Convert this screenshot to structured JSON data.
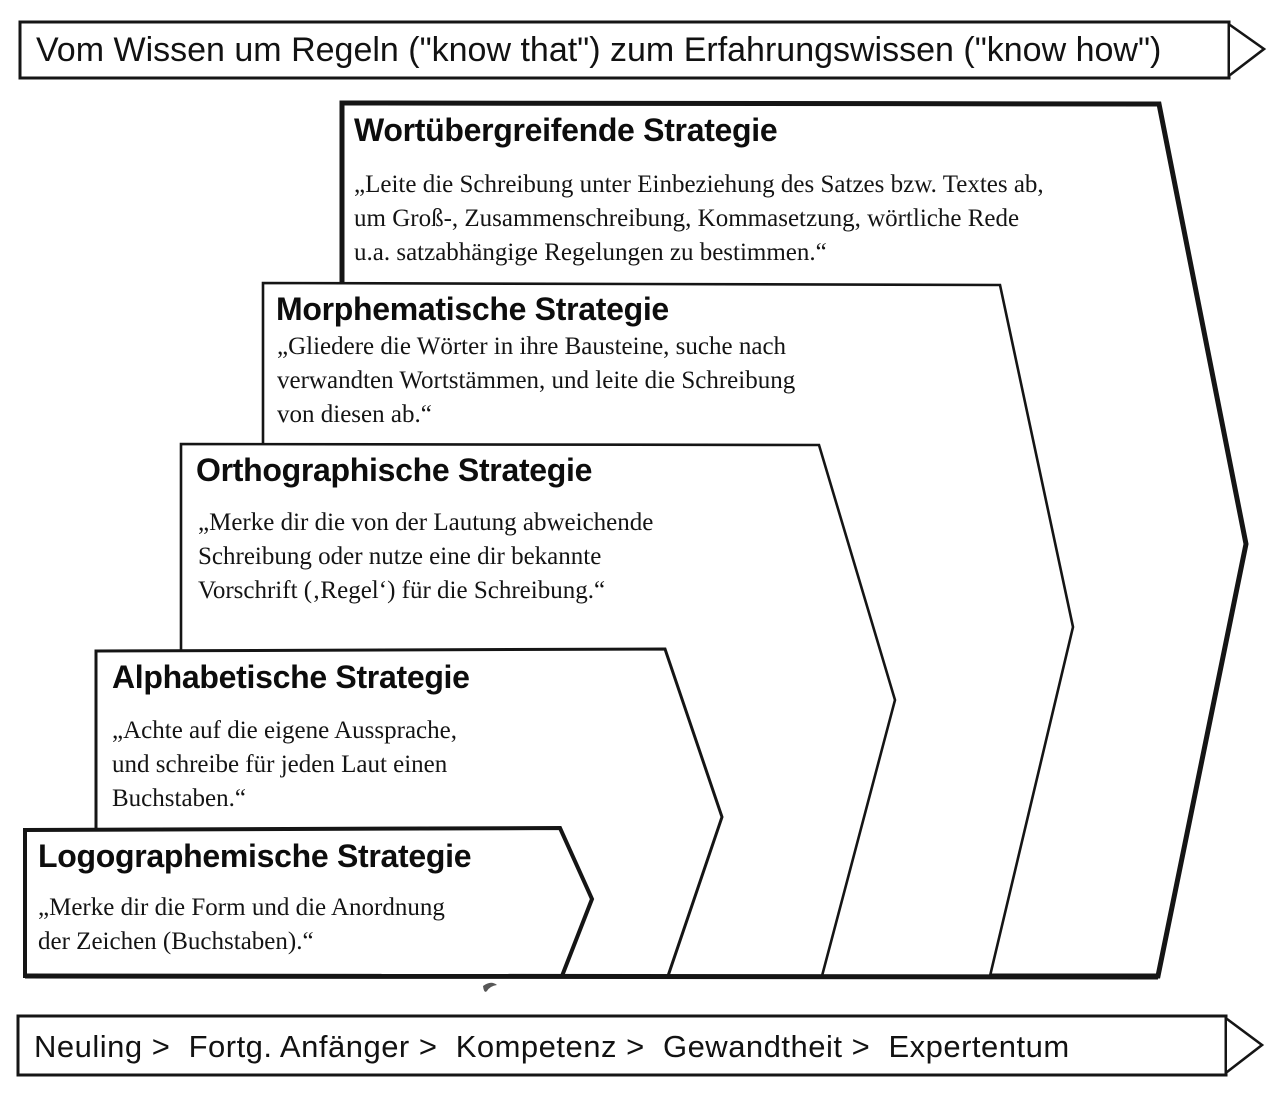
{
  "banners": {
    "top": {
      "text": "Vom Wissen um Regeln (\"know that\") zum Erfahrungswissen (\"know how\")"
    },
    "bottom": {
      "text": "Neuling >  Fortg. Anfänger >  Kompetenz >  Gewandtheit >  Expertentum"
    }
  },
  "strategies": [
    {
      "id": "wortuebergreifende",
      "title": "Wortübergreifende Strategie",
      "body": "„Leite die Schreibung unter Einbeziehung des Satzes bzw. Textes ab,\num Groß-, Zusammenschreibung, Kommasetzung, wörtliche Rede\nu.a. satzabhängige Regelungen zu bestimmen.“"
    },
    {
      "id": "morphematische",
      "title": "Morphematische Strategie",
      "body": "„Gliedere die Wörter in ihre Bausteine, suche nach\nverwandten Wortstämmen, und leite die Schreibung\nvon diesen ab.“"
    },
    {
      "id": "orthographische",
      "title": "Orthographische Strategie",
      "body": "„Merke dir die von der Lautung abweichende\nSchreibung oder nutze eine dir bekannte\nVorschrift (‚Regel‘) für die Schreibung.“"
    },
    {
      "id": "alphabetische",
      "title": "Alphabetische Strategie",
      "body": "„Achte auf die eigene Aussprache,\nund schreibe für jeden Laut einen\nBuchstaben.“"
    },
    {
      "id": "logographemische",
      "title": "Logographemische Strategie",
      "body": "„Merke dir die Form und die Anordnung\nder Zeichen (Buchstaben).“"
    }
  ],
  "colors": {
    "ink": "#151515",
    "paper": "#ffffff"
  }
}
